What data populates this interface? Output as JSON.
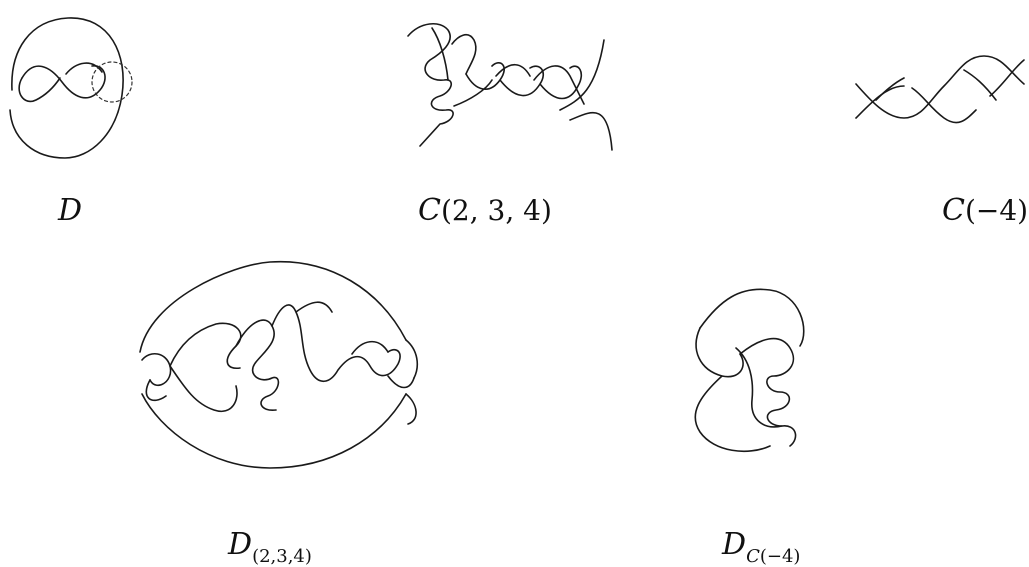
{
  "figures": {
    "D": {
      "symbol": "D"
    },
    "C234": {
      "symbol": "C",
      "args": "(2, 3, 4)"
    },
    "Cm4": {
      "symbol": "C",
      "args": "(−4)"
    },
    "D234": {
      "symbol": "D",
      "subscript": "(2,3,4)"
    },
    "DCm4": {
      "symbol": "D",
      "sub_symbol": "C",
      "sub_args": "(−4)"
    }
  }
}
